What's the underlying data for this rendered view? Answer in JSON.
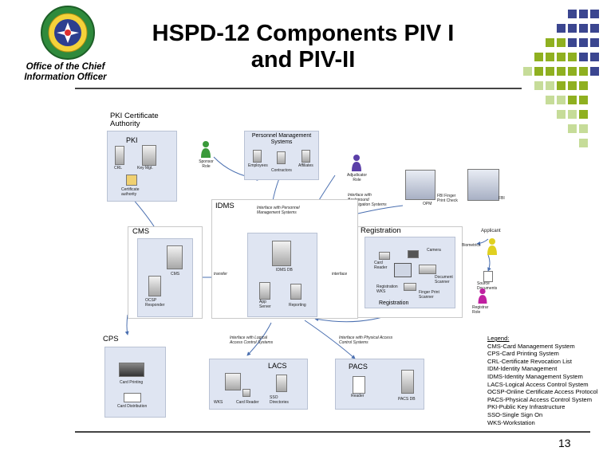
{
  "header": {
    "office": "Office of the Chief Information Officer",
    "title": "HSPD-12 Components PIV I and PIV-II"
  },
  "footer": {
    "page": "13"
  },
  "colors": {
    "navy": "#3b4690",
    "lime": "#8fb020",
    "light_green": "#c6dc99",
    "bg": "#ffffff"
  },
  "diagram": {
    "pki": {
      "title": "PKI Certificate Authority",
      "box": "PKI",
      "crl": "CRL",
      "keymgt": "Key Mgt.",
      "ca": "Certificate authority"
    },
    "sponsor": "Sponsor Role",
    "personnel": {
      "title": "Personnel Management Systems",
      "employees": "Employees",
      "contractors": "Contractors",
      "affiliates": "Affiliates"
    },
    "adjudicator": "Adjudicator Role",
    "background": "Interface with Background Investigation Systems",
    "opm": "OPM",
    "fingerprint_check": "FBI Finger Print Check",
    "fbi": "FBI",
    "idms": {
      "title": "IDMS",
      "personnel_interface": "Interface with Personnel Management Systems",
      "idms_db": "IDMS DB",
      "app_server": "App Server",
      "reporting": "Reporting"
    },
    "cms": {
      "title": "CMS",
      "cms": "CMS",
      "ocsp": "OCSP Responder"
    },
    "transfer": "transfer",
    "interface": "interface",
    "registration": {
      "title": "Registration",
      "camera": "Camera",
      "card_reader": "Card Reader",
      "document_scanner": "Document Scanner",
      "registration_wks": "Registration WKS",
      "fingerprint_scanner": "Finger Print Scanner",
      "footer": "Registration"
    },
    "applicant": "Applicant",
    "biometrics": "Biometrics",
    "source_documents": "Source Documents",
    "registrar": "Registrar Role",
    "cps": {
      "title": "CPS",
      "printing": "Card Printing",
      "distribution": "Card Distribution"
    },
    "logical_interface": "Interface with Logical Access Control Systems",
    "physical_interface": "Interface with Physical Access Control Systems",
    "lacs": {
      "title": "LACS",
      "wks": "WKS",
      "card_reader": "Card Reader",
      "sso": "SSO Directories"
    },
    "pacs": {
      "title": "PACS",
      "reader": "Reader",
      "pacs_db": "PACS DB"
    }
  },
  "legend": {
    "title": "Legend:",
    "items": [
      "CMS-Card Management System",
      "CPS-Card Printing System",
      "CRL-Certificate Revocation List",
      "IDM-Identity Management",
      "IDMS-Identity Management System",
      "LACS-Logical Access Control System",
      "OCSP-Online Certificate Access Protocol",
      "PACS-Physical Access Control System",
      "PKI-Public Key Infrastructure",
      "SSO-Single Sign On",
      "WKS-Workstation"
    ]
  }
}
